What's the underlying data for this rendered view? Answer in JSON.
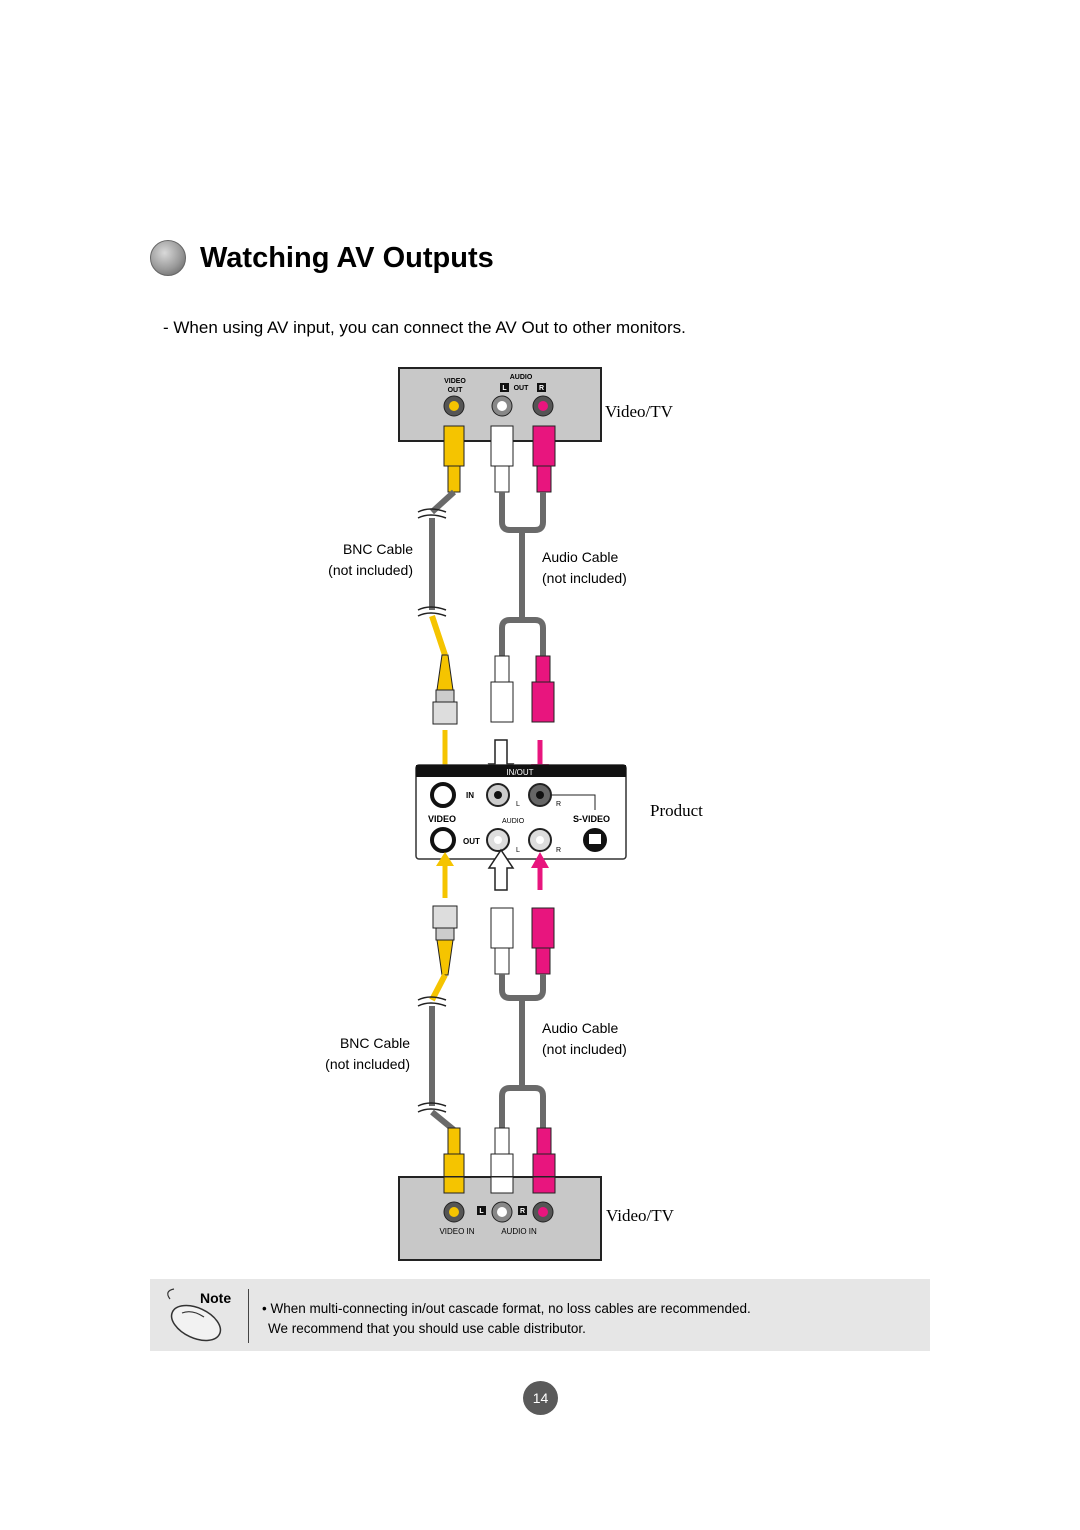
{
  "heading": {
    "title": "Watching AV Outputs"
  },
  "intro": "- When using AV input, you can connect the AV Out to other monitors.",
  "top_device": {
    "name": "Video/TV",
    "video_label_1": "VIDEO",
    "video_label_2": "OUT",
    "audio_label": "AUDIO",
    "audio_l": "L",
    "audio_out": "OUT",
    "audio_r": "R"
  },
  "bnc_cable_1": {
    "line1": "BNC Cable",
    "line2": "(not included)"
  },
  "audio_cable_1": {
    "line1": "Audio Cable",
    "line2": "(not included)"
  },
  "product": {
    "name": "Product",
    "header_label": "IN/OUT",
    "in_label": "IN",
    "out_label": "OUT",
    "video_label": "VIDEO",
    "audio_label": "AUDIO",
    "svideo_label": "S-VIDEO",
    "l": "L",
    "r": "R"
  },
  "bnc_cable_2": {
    "line1": "BNC Cable",
    "line2": "(not included)"
  },
  "audio_cable_2": {
    "line1": "Audio Cable",
    "line2": "(not included)"
  },
  "bottom_device": {
    "name": "Video/TV",
    "video_in": "VIDEO IN",
    "audio_in": "AUDIO IN",
    "l": "L",
    "r": "R"
  },
  "note": {
    "label": "Note",
    "line1": "• When multi-connecting in/out cascade format, no loss cables are recommended.",
    "line2": "We recommend that you should use cable distributor."
  },
  "page_number": "14",
  "colors": {
    "video": "#f5c400",
    "audio_l": "#ffffff",
    "audio_r": "#e8157e",
    "cable": "#6a6a6a",
    "panel": "#c8c8c8"
  }
}
